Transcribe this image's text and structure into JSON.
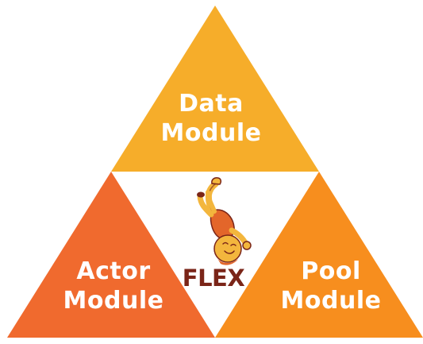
{
  "modules": {
    "data": {
      "line1": "Data",
      "line2": "Module"
    },
    "actor": {
      "line1": "Actor",
      "line2": "Module"
    },
    "pool": {
      "line1": "Pool",
      "line2": "Module"
    }
  },
  "logo": {
    "text": "FLEX",
    "mascot_icon": "acrobat-mascot-icon"
  },
  "colors": {
    "data_module": "#F6AD2A",
    "actor_module": "#F06A2E",
    "pool_module": "#F78E1E",
    "center": "#FFFFFF",
    "label_text": "#FFFFFF",
    "logo_text": "#7A2518"
  }
}
